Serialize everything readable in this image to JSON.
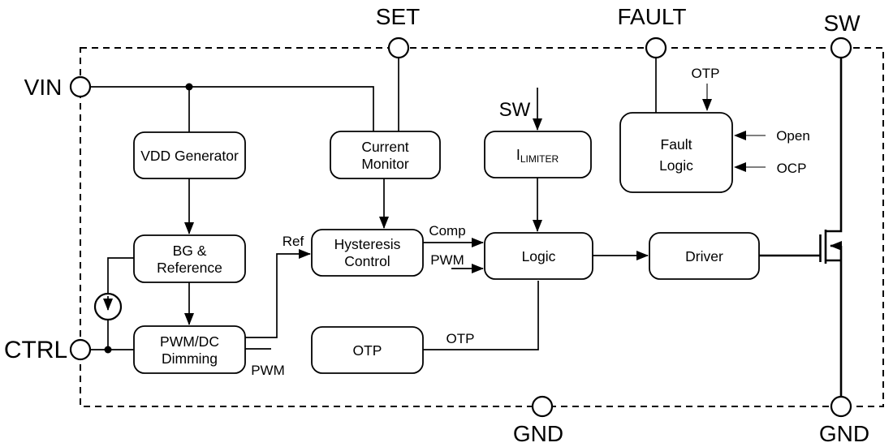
{
  "diagram": {
    "colors": {
      "line": "#000000",
      "background": "#ffffff"
    },
    "pins": {
      "vin": {
        "label": "VIN"
      },
      "set": {
        "label": "SET"
      },
      "fault": {
        "label": "FAULT"
      },
      "sw": {
        "label": "SW"
      },
      "ctrl": {
        "label": "CTRL"
      },
      "gnd_left": {
        "label": "GND"
      },
      "gnd_right": {
        "label": "GND"
      }
    },
    "blocks": {
      "vdd_generator": {
        "lines": [
          "VDD Generator"
        ]
      },
      "current_monitor": {
        "lines": [
          "Current",
          "Monitor"
        ]
      },
      "i_limiter": {
        "main": "I",
        "sub": "LIMITER"
      },
      "fault_logic": {
        "lines": [
          "Fault",
          "Logic"
        ]
      },
      "bg_reference": {
        "lines": [
          "BG &",
          "Reference"
        ]
      },
      "hysteresis_control": {
        "lines": [
          "Hysteresis",
          "Control"
        ]
      },
      "logic": {
        "lines": [
          "Logic"
        ]
      },
      "driver": {
        "lines": [
          "Driver"
        ]
      },
      "pwm_dc_dimming": {
        "lines": [
          "PWM/DC",
          "Dimming"
        ]
      },
      "otp": {
        "lines": [
          "OTP"
        ]
      }
    },
    "signals": {
      "sw_input": "SW",
      "otp_top": "OTP",
      "open_in": "Open",
      "ocp_in": "OCP",
      "ref": "Ref",
      "comp": "Comp",
      "pwm_in": "PWM",
      "pwm_out": "PWM",
      "otp_out": "OTP"
    }
  }
}
